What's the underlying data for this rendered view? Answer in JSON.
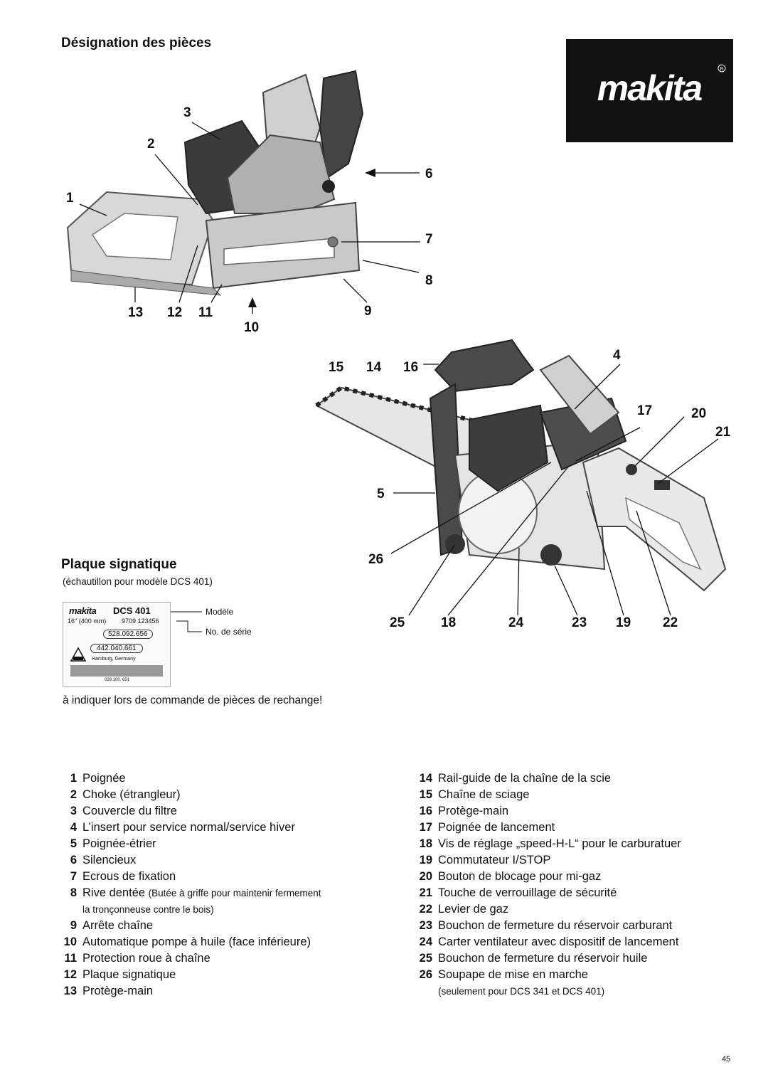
{
  "header": {
    "title": "Désignation des pièces",
    "brand": "makita"
  },
  "callouts": {
    "c1": "1",
    "c2": "2",
    "c3": "3",
    "c4": "4",
    "c5": "5",
    "c6": "6",
    "c7": "7",
    "c8": "8",
    "c9": "9",
    "c10": "10",
    "c11": "11",
    "c12": "12",
    "c13": "13",
    "c14": "14",
    "c15": "15",
    "c16": "16",
    "c17": "17",
    "c18": "18",
    "c19": "19",
    "c20": "20",
    "c21": "21",
    "c22": "22",
    "c23": "23",
    "c24": "24",
    "c25": "25",
    "c26": "26"
  },
  "plate_section": {
    "title": "Plaque signatique",
    "caption": "(échautillon pour modèle DCS 401)",
    "plate": {
      "brand": "makita",
      "model": "DCS 401",
      "size": "16\" (400 mm)",
      "serial": "9709 123456",
      "code1": "528.092.656",
      "code2": "442.040.661",
      "city": "Hamburg, Germany",
      "number": "028.100. 651"
    },
    "label_model": "Modèle",
    "label_serial": "No. de série",
    "notice": "à indiquer lors de commande de pièces de rechange!"
  },
  "legend_left": [
    {
      "num": "1",
      "text": "Poignée"
    },
    {
      "num": "2",
      "text": "Choke (étrangleur)"
    },
    {
      "num": "3",
      "text": "Couvercle du filtre"
    },
    {
      "num": "4",
      "text": "L’insert pour service normal/service hiver"
    },
    {
      "num": "5",
      "text": "Poignée-étrier"
    },
    {
      "num": "6",
      "text": "Silencieux"
    },
    {
      "num": "7",
      "text": "Ecrous de fixation"
    },
    {
      "num": "8",
      "text": "Rive dentée",
      "note": "(Butée à griffe pour maintenir fermement",
      "cont": "la  tronçonneuse contre le bois)"
    },
    {
      "num": "9",
      "text": "Arrête chaîne"
    },
    {
      "num": "10",
      "text": "Automatique pompe à huile (face inférieure)"
    },
    {
      "num": "11",
      "text": "Protection roue à chaîne"
    },
    {
      "num": "12",
      "text": "Plaque signatique"
    },
    {
      "num": "13",
      "text": "Protège-main"
    }
  ],
  "legend_right": [
    {
      "num": "14",
      "text": "Rail-guide de la chaîne de la scie"
    },
    {
      "num": "15",
      "text": "Chaîne de sciage"
    },
    {
      "num": "16",
      "text": "Protège-main"
    },
    {
      "num": "17",
      "text": "Poignée de lancement"
    },
    {
      "num": "18",
      "text": "Vis de réglage „speed-H-L“ pour le carburatuer"
    },
    {
      "num": "19",
      "text": "Commutateur I/STOP"
    },
    {
      "num": "20",
      "text": "Bouton de blocage pour mi-gaz"
    },
    {
      "num": "21",
      "text": "Touche de verrouillage de sécurité"
    },
    {
      "num": "22",
      "text": "Levier de gaz"
    },
    {
      "num": "23",
      "text": "Bouchon de fermeture du réservoir carburant"
    },
    {
      "num": "24",
      "text": "Carter ventilateur avec dispositif de lancement"
    },
    {
      "num": "25",
      "text": "Bouchon de fermeture du réservoir huile"
    },
    {
      "num": "26",
      "text": "Soupape de mise en marche",
      "cont": "(seulement pour DCS 341 et DCS 401)"
    }
  ],
  "page_number": "45"
}
